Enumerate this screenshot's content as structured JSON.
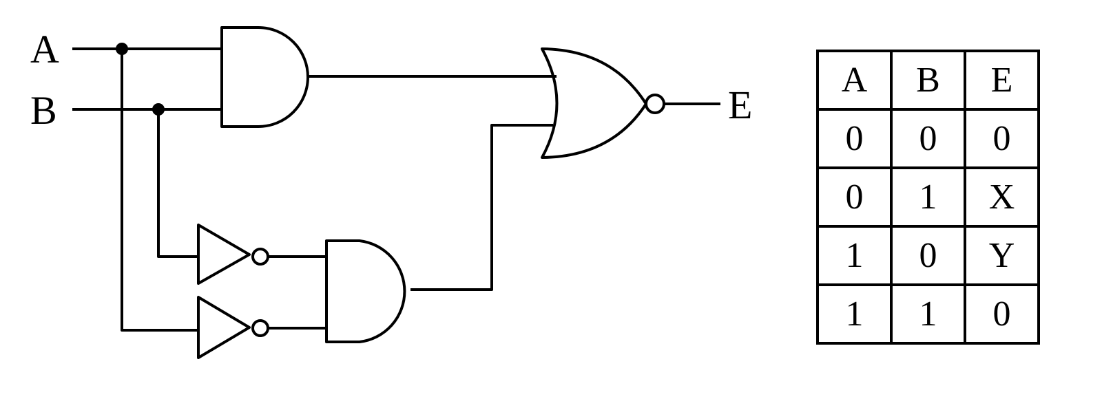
{
  "inputs": {
    "a": "A",
    "b": "B"
  },
  "output": {
    "e": "E"
  },
  "gates": [
    {
      "id": "and-top",
      "type": "AND"
    },
    {
      "id": "not-b",
      "type": "NOT"
    },
    {
      "id": "not-a",
      "type": "NOT"
    },
    {
      "id": "and-bottom",
      "type": "AND"
    },
    {
      "id": "nor-output",
      "type": "NOR"
    }
  ],
  "truth_table": {
    "headers": [
      "A",
      "B",
      "E"
    ],
    "rows": [
      [
        "0",
        "0",
        "0"
      ],
      [
        "0",
        "1",
        "X"
      ],
      [
        "1",
        "0",
        "Y"
      ],
      [
        "1",
        "1",
        "0"
      ]
    ]
  }
}
